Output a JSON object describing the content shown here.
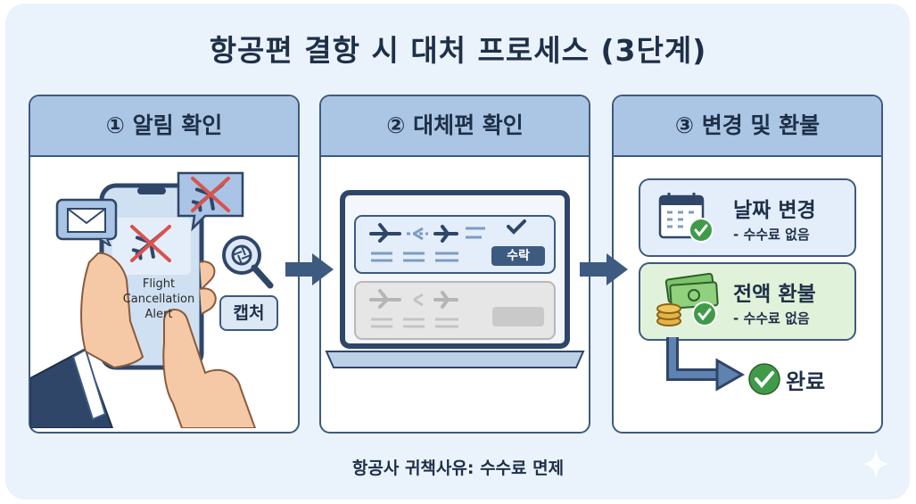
{
  "title": "항공편 결항 시 대처 프로세스 (3단계)",
  "steps": [
    {
      "label": "① 알림 확인"
    },
    {
      "label": "② 대체편 확인"
    },
    {
      "label": "③ 변경 및 환불"
    }
  ],
  "step1": {
    "alert_lines": [
      "Flight",
      "Cancellation",
      "Alert"
    ],
    "capture_label": "캡처",
    "icons": [
      "envelope-icon",
      "cancelled-plane-icon",
      "camera-lens-icon",
      "phone-icon",
      "hand-icon"
    ]
  },
  "step2": {
    "accept_label": "수락",
    "icons": [
      "laptop-icon",
      "plane-icon",
      "checkmark-icon"
    ]
  },
  "step3": {
    "options": [
      {
        "title": "날짜 변경",
        "subtitle": "- 수수료 없음",
        "icon": "calendar-icon"
      },
      {
        "title": "전액 환불",
        "subtitle": "- 수수료 없음",
        "icon": "money-icon"
      }
    ],
    "done_label": "완료"
  },
  "footnote": "항공사 귀책사유: 수수료 면제",
  "colors": {
    "navy": "#3d5a80",
    "header_blue": "#abc6e4",
    "background": "#eaf2fb",
    "check_green": "#3f9b4a",
    "cancel_red": "#d9534f",
    "option_blue": "#e3eefa",
    "option_green": "#e1f2da"
  }
}
